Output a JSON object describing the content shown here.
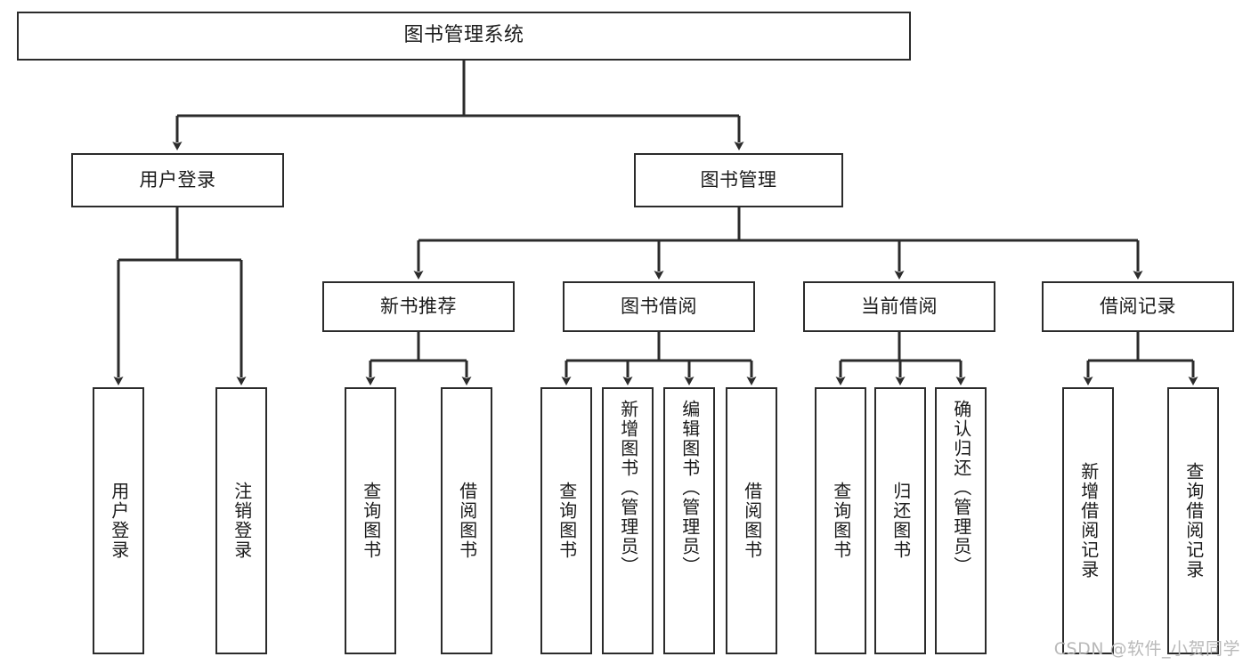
{
  "diagram": {
    "title": "图书管理系统",
    "type": "tree",
    "watermark": "CSDN @软件_小贺同学",
    "stroke_color": "#2b2b2b",
    "fill_color": "#ffffff",
    "text_color": "#1b1b1b",
    "watermark_color": "#b9b9b9"
  },
  "root": {
    "label": "图书管理系统"
  },
  "level2": [
    {
      "label": "用户登录"
    },
    {
      "label": "图书管理"
    }
  ],
  "level3": [
    {
      "label": "新书推荐"
    },
    {
      "label": "图书借阅"
    },
    {
      "label": "当前借阅"
    },
    {
      "label": "借阅记录"
    }
  ],
  "leaves": {
    "user_login": [
      {
        "label": "用户登录"
      },
      {
        "label": "注销登录"
      }
    ],
    "new_book": [
      {
        "label": "查询图书"
      },
      {
        "label": "借阅图书"
      }
    ],
    "book_borrow": [
      {
        "label": "查询图书"
      },
      {
        "label": "新增图书（管理员）"
      },
      {
        "label": "编辑图书（管理员）"
      },
      {
        "label": "借阅图书"
      }
    ],
    "current_borrow": [
      {
        "label": "查询图书"
      },
      {
        "label": "归还图书"
      },
      {
        "label": "确认归还（管理员）"
      }
    ],
    "borrow_record": [
      {
        "label": "新增借阅记录"
      },
      {
        "label": "查询借阅记录"
      }
    ]
  }
}
